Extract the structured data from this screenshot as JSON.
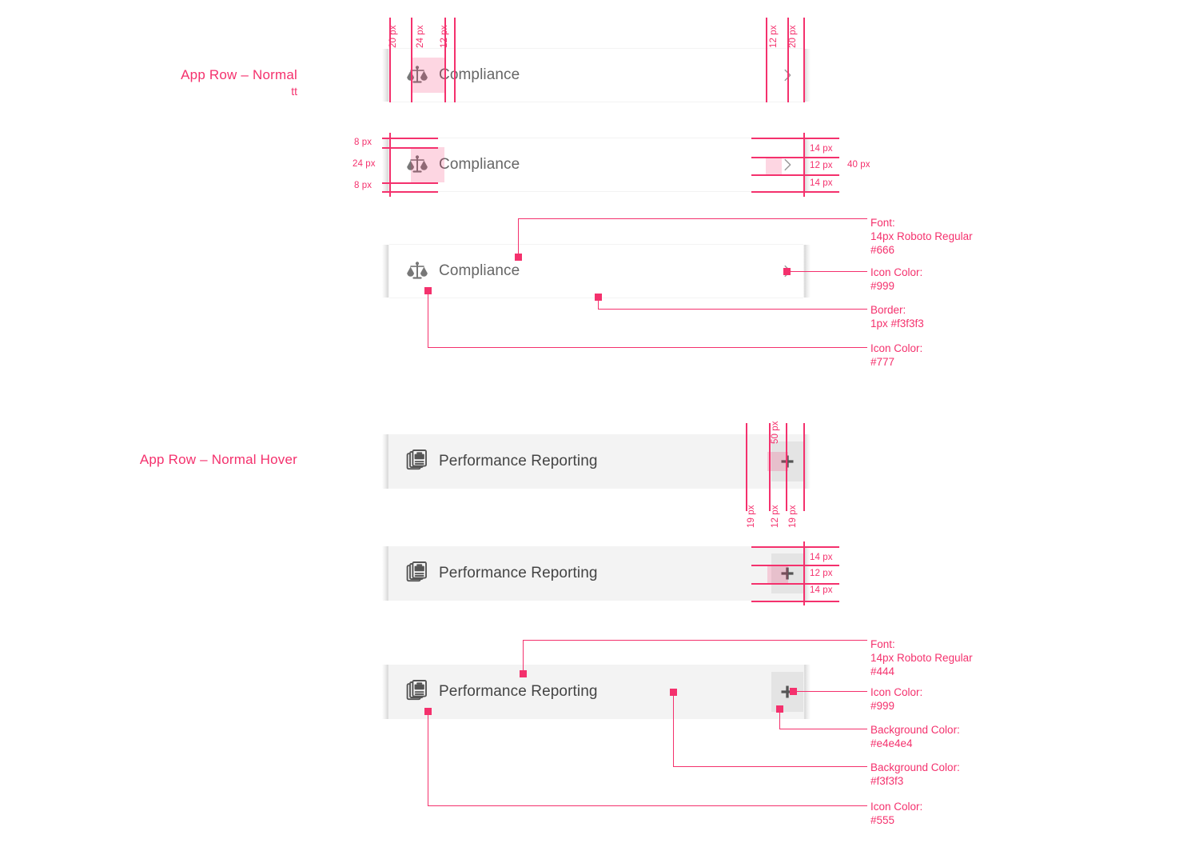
{
  "sections": [
    {
      "title": "App Row – Normal",
      "subtitle": "tt",
      "row_label": "Compliance",
      "icon": "scales-icon",
      "action_icon": "chevron-right-icon"
    },
    {
      "title": "App Row – Normal Hover",
      "subtitle": "",
      "row_label": "Performance Reporting",
      "icon": "report-briefcase-icon",
      "action_icon": "plus-icon"
    }
  ],
  "measurements": {
    "normal_top": [
      "20 px",
      "24 px",
      "12 px",
      "12 px",
      "20 px"
    ],
    "normal_side": [
      "8 px",
      "24 px",
      "8 px"
    ],
    "normal_right": [
      "14 px",
      "12 px",
      "14 px"
    ],
    "normal_right_total": "40 px",
    "hover_top": "50 px",
    "hover_bottom": [
      "19 px",
      "12 px",
      "19 px"
    ],
    "hover_right": [
      "14 px",
      "12 px",
      "14 px"
    ]
  },
  "callouts_normal": [
    {
      "title": "Font:",
      "line2": "14px Roboto Regular",
      "line3": "#666"
    },
    {
      "title": "Icon Color:",
      "line2": "#999",
      "line3": ""
    },
    {
      "title": "Border:",
      "line2": "1px #f3f3f3",
      "line3": ""
    },
    {
      "title": "Icon Color:",
      "line2": "#777",
      "line3": ""
    }
  ],
  "callouts_hover": [
    {
      "title": "Font:",
      "line2": "14px Roboto Regular",
      "line3": "#444"
    },
    {
      "title": "Icon Color:",
      "line2": "#999",
      "line3": ""
    },
    {
      "title": "Background Color:",
      "line2": "#e4e4e4",
      "line3": ""
    },
    {
      "title": "Background Color:",
      "line2": "#f3f3f3",
      "line3": ""
    },
    {
      "title": "Icon Color:",
      "line2": "#555",
      "line3": ""
    }
  ],
  "colors": {
    "accent": "#f4316d",
    "label_normal": "#666",
    "label_hover": "#444",
    "icon_normal": "#777",
    "icon_chevron": "#999",
    "border": "#f3f3f3",
    "bg_hover": "#f3f3f3",
    "bg_action": "#e4e4e4"
  }
}
